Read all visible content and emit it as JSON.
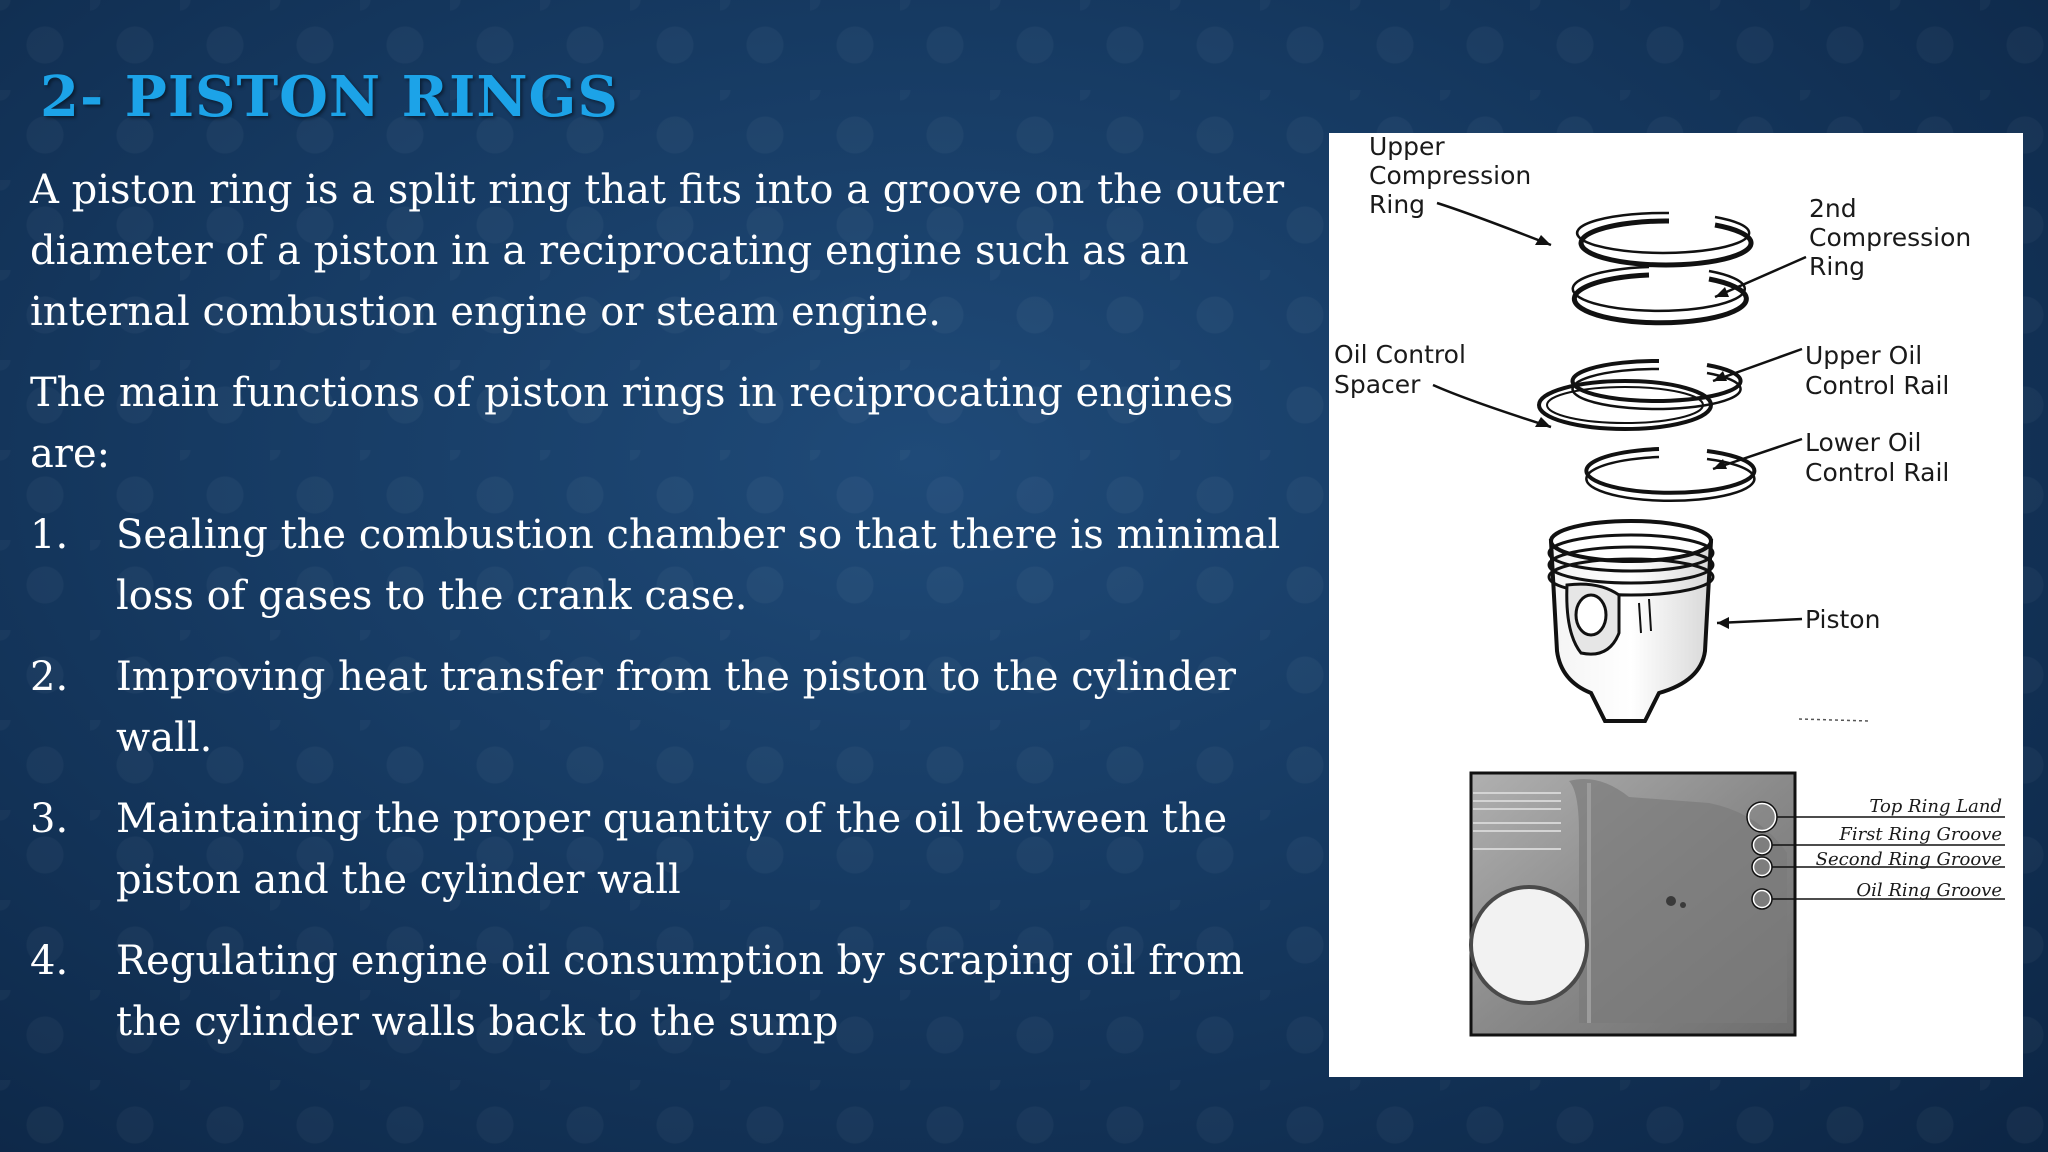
{
  "slide": {
    "title": "2- PISTON RINGS",
    "paragraphs": [
      "A piston ring is a split ring that fits into a groove on the outer diameter of a piston in a reciprocating engine such as an internal combustion engine or steam engine.",
      "The main functions of piston rings in reciprocating engines are:"
    ],
    "list": [
      {
        "num": "1.",
        "text": "Sealing the combustion chamber so that there is minimal loss of gases to the crank case."
      },
      {
        "num": "2.",
        "text": "Improving heat transfer from the piston to the cylinder wall."
      },
      {
        "num": "3.",
        "text": "Maintaining the proper quantity of the oil between the piston and the cylinder wall"
      },
      {
        "num": "4.",
        "text": "Regulating engine oil consumption by scraping oil from the cylinder walls back to the sump"
      }
    ]
  },
  "diagram": {
    "labels": {
      "upper_compression_1": "Upper",
      "upper_compression_2": "Compression",
      "upper_compression_3": "Ring",
      "second_compression_1": "2nd",
      "second_compression_2": "Compression",
      "second_compression_3": "Ring",
      "oil_spacer_1": "Oil Control",
      "oil_spacer_2": "Spacer",
      "upper_oil_1": "Upper Oil",
      "upper_oil_2": "Control Rail",
      "lower_oil_1": "Lower Oil",
      "lower_oil_2": "Control Rail",
      "piston": "Piston",
      "top_ring_land": "Top Ring Land",
      "first_ring_groove": "First Ring Groove",
      "second_ring_groove": "Second Ring Groove",
      "oil_ring_groove": "Oil Ring Groove"
    }
  }
}
